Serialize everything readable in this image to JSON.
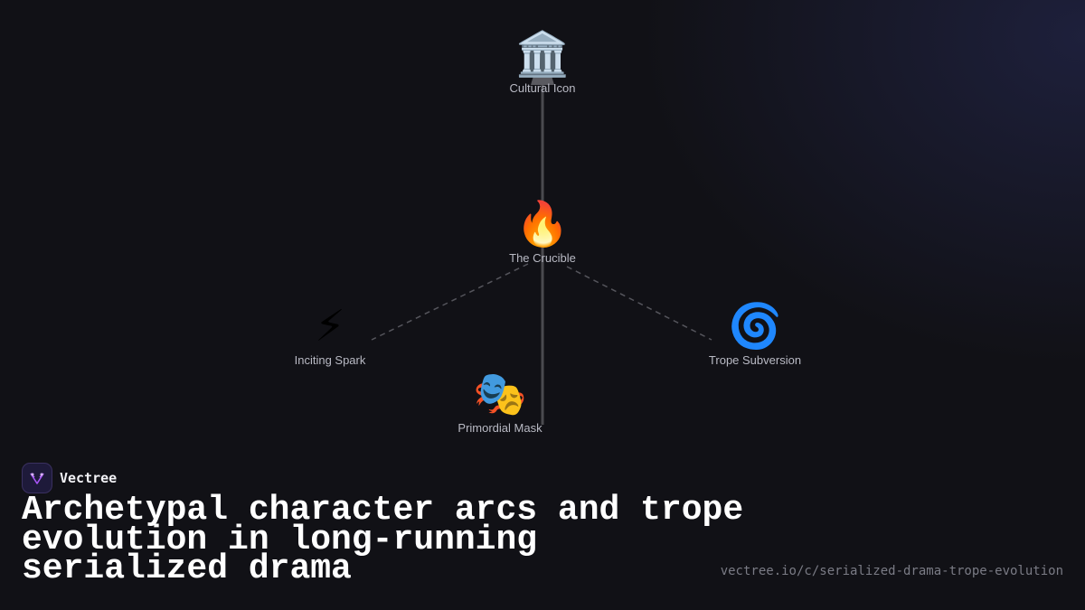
{
  "diagram": {
    "nodes": [
      {
        "id": "cultural",
        "icon": "classical-building-icon",
        "glyph": "🏛️",
        "label": "Cultural Icon"
      },
      {
        "id": "crucible",
        "icon": "fire-icon",
        "glyph": "🔥",
        "label": "The Crucible"
      },
      {
        "id": "spark",
        "icon": "lightning-icon",
        "glyph": "⚡",
        "label": "Inciting Spark"
      },
      {
        "id": "trope",
        "icon": "spiral-icon",
        "glyph": "🌀",
        "label": "Trope Subversion"
      },
      {
        "id": "mask",
        "icon": "theater-masks-icon",
        "glyph": "🎭",
        "label": "Primordial Mask"
      }
    ],
    "edges": [
      {
        "from": "cultural",
        "to": "crucible",
        "style": "solid"
      },
      {
        "from": "crucible",
        "to": "mask",
        "style": "solid"
      },
      {
        "from": "crucible",
        "to": "spark",
        "style": "dashed"
      },
      {
        "from": "crucible",
        "to": "trope",
        "style": "dashed"
      }
    ],
    "colors": {
      "solid_edge": "#4a4a4f",
      "dashed_edge": "#55555c"
    }
  },
  "brand": {
    "name": "Vectree",
    "logo_icon": "vectree-logo-icon",
    "accent": "#a855f7"
  },
  "title": "Archetypal character arcs and trope evolution in long-running serialized drama",
  "url": "vectree.io/c/serialized-drama-trope-evolution"
}
